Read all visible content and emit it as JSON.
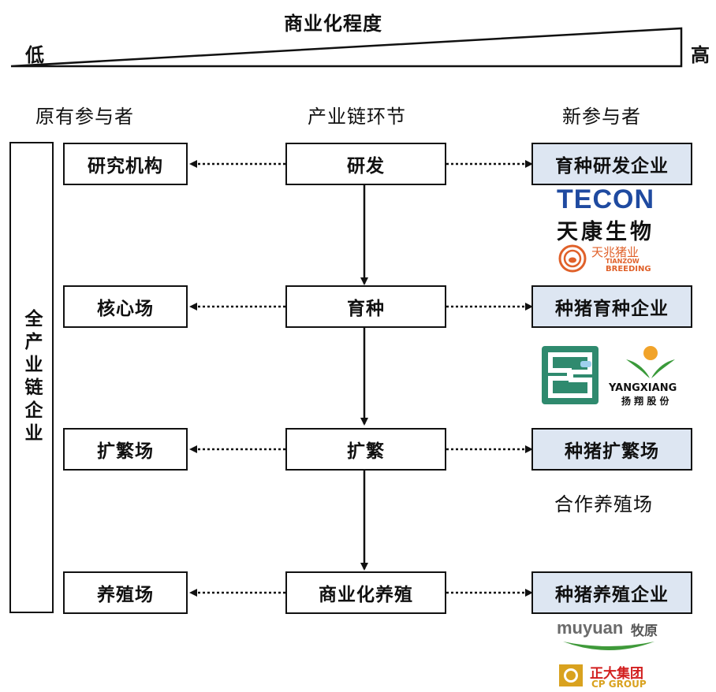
{
  "scale": {
    "title": "商业化程度",
    "low": "低",
    "high": "高"
  },
  "headings": {
    "original": "原有参与者",
    "chain": "产业链环节",
    "new": "新参与者"
  },
  "side_label": "全产业链企业",
  "rows": [
    {
      "original": "研究机构",
      "chain": "研发",
      "new": "育种研发企业"
    },
    {
      "original": "核心场",
      "chain": "育种",
      "new": "种猪育种企业"
    },
    {
      "original": "扩繁场",
      "chain": "扩繁",
      "new": "种猪扩繁场"
    },
    {
      "original": "养殖场",
      "chain": "商业化养殖",
      "new": "种猪养殖企业"
    }
  ],
  "extra_label": "合作养殖场",
  "logos": {
    "tecon": {
      "word": "TECON",
      "cn": "天康生物",
      "icon": "tecon-logo"
    },
    "tianzow": {
      "cn": "天兆猪业",
      "en1": "TIANZOW",
      "en2": "BREEDING",
      "icon": "tianzow-pig-icon"
    },
    "zq": {
      "icon": "zq-square-logo"
    },
    "yangxiang": {
      "en": "YANGXIANG",
      "cn": "扬 翔 股 份",
      "icon": "yangxiang-sun-leaf-icon"
    },
    "muyuan": {
      "en": "muyuan",
      "cn": "牧原",
      "icon": "muyuan-swoosh-icon"
    },
    "cp": {
      "cn": "正大集团",
      "en": "CP GROUP",
      "icon": "cp-group-icon"
    }
  },
  "colors": {
    "new_box_fill": "#dde6f2",
    "tecon_blue": "#1f4aa0",
    "orange": "#e0612a",
    "zq_green": "#2f8a6e",
    "yx_green": "#3a9a3a",
    "yx_sun": "#f1a32a",
    "muyuan_green": "#3f9a3a",
    "cp_gold": "#d9a21f",
    "cp_red": "#d21f1f"
  }
}
